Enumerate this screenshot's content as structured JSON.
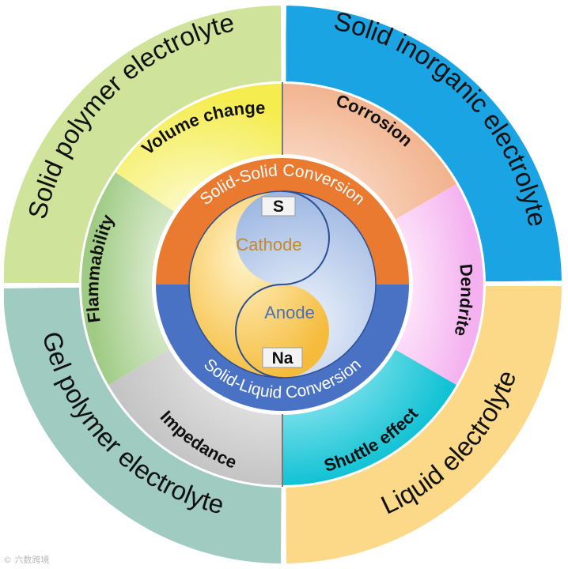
{
  "outer_ring": {
    "solid_polymer": "Solid polymer electrolyte",
    "solid_inorganic": "Solid inorganic electrolyte",
    "gel_polymer": "Gel polymer electrolyte",
    "liquid": "Liquid electrolyte"
  },
  "middle_ring": {
    "volume_change": "Volume change",
    "flammability": "Flammability",
    "corrosion": "Corrosion",
    "dendrite": "Dendrite",
    "impedance": "Impedance",
    "shuttle_effect": "Shuttle effect"
  },
  "conversion_ring": {
    "top": "Solid-Solid Conversion",
    "bottom": "Solid-Liquid Conversion"
  },
  "core": {
    "cathode": "Cathode",
    "anode": "Anode",
    "s_tag": "S",
    "na_tag": "Na"
  },
  "watermark": "© 六数跨境",
  "colors": {
    "solid_polymer": "#cfe39a",
    "solid_inorganic": "#1aa4e4",
    "gel_polymer": "#9fcbc0",
    "liquid": "#fbd988",
    "volume_change": "#f7f06a",
    "flammability": "#a8cf8e",
    "corrosion": "#f2b89a",
    "dendrite": "#f6b6f2",
    "impedance": "#c9c9c9",
    "shuttle_effect": "#14c8d8",
    "solid_solid": "#e97a30",
    "solid_liquid": "#4a72c4",
    "cathode": "#f7c24a",
    "anode": "#a9c1e8"
  }
}
